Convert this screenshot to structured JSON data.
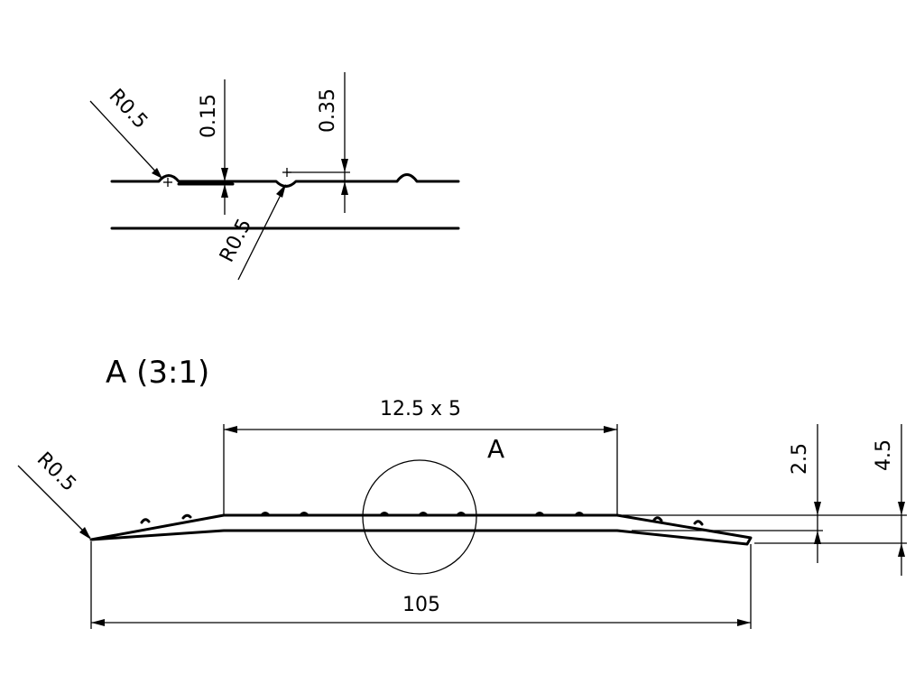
{
  "detail": {
    "radius_left": "R0.5",
    "radius_bottom": "R0.5",
    "dim_small": "0.15",
    "dim_large": "0.35"
  },
  "main": {
    "detail_title": "A (3:1)",
    "pattern_label": "12.5 x 5",
    "detail_marker": "A",
    "radius_edge": "R0.5",
    "dim_thickness": "2.5",
    "dim_height": "4.5",
    "dim_width": "105"
  }
}
